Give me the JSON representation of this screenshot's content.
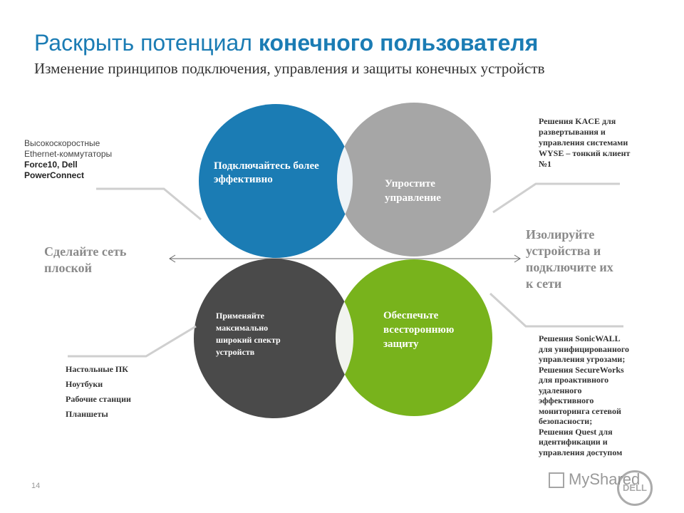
{
  "header": {
    "title_regular": "Раскрыть потенциал ",
    "title_bold": "конечного пользователя",
    "subtitle": "Изменение принципов подключения, управления и защиты конечных устройств"
  },
  "circles": {
    "top_left": "Подключайтесь более эффективно",
    "top_right": "Упростите управление",
    "bottom_left": "Применяйте максимально широкий спектр устройств",
    "bottom_right": "Обеспечьте всестороннюю защиту"
  },
  "colors": {
    "blue": "#1b7cb4",
    "gray": "#a6a6a6",
    "dark": "#4a4a4a",
    "green": "#78b31c"
  },
  "left_top_note": {
    "line1": "Высокоскоростные",
    "line2": "Ethernet-коммутаторы",
    "line3": "Force10, Dell",
    "line4": "PowerConnect"
  },
  "left_middle": {
    "line1": "Сделайте сеть",
    "line2": "плоской"
  },
  "left_bottom_list": [
    "Настольные ПК",
    "Ноутбуки",
    "Рабочие станции",
    "Планшеты"
  ],
  "right_top_note": {
    "line1": "Решения KACE для",
    "line2": "развертывания и",
    "line3": "управления системами",
    "line4": "WYSE – тонкий клиент",
    "line5": "№1"
  },
  "right_middle": {
    "line1": "Изолируйте",
    "line2": "устройства и",
    "line3": "подключите их",
    "line4": "к сети"
  },
  "right_bottom_note": [
    "Решения SonicWALL",
    "для унифицированного",
    "управления угрозами;",
    "Решения SecureWorks",
    "для проактивного",
    "удаленного",
    "эффективного",
    "мониторинга сетевой",
    "безопасности;",
    "Решения Quest для",
    "идентификации и",
    "управления доступом"
  ],
  "footer": {
    "page_number": "14",
    "watermark": "MyShared",
    "logo": "DELL"
  }
}
